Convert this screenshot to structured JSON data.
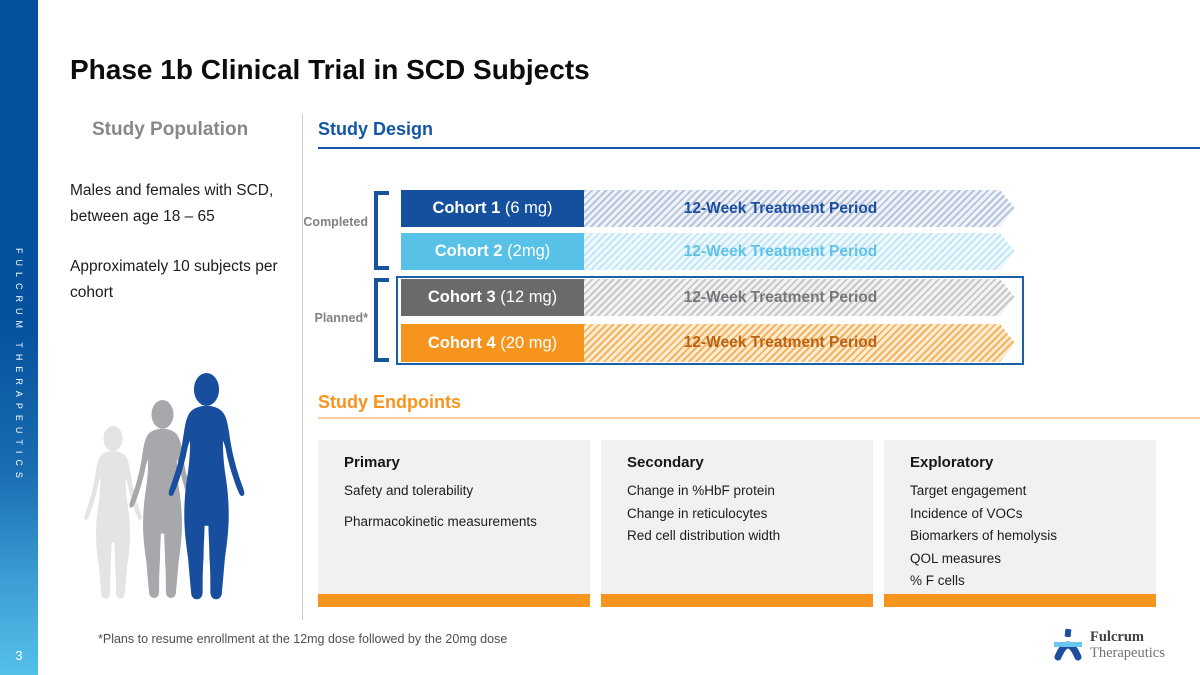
{
  "slide": {
    "title": "Phase 1b Clinical Trial in SCD Subjects",
    "page_number": "3",
    "footnote": "*Plans to resume enrollment at the 12mg dose followed by the 20mg dose"
  },
  "sidebar": {
    "vertical_text": "FULCRUM THERAPEUTICS"
  },
  "study_population": {
    "heading": "Study Population",
    "paragraph_1": "Males and females with SCD, between age 18 – 65",
    "paragraph_2": "Approximately 10 subjects per cohort",
    "figure_colors": [
      "#e3e4e6",
      "#a7a8ab",
      "#174f9e"
    ]
  },
  "study_design": {
    "heading": "Study Design",
    "groups": [
      {
        "label": "Completed"
      },
      {
        "label": "Planned*"
      }
    ],
    "cohorts": [
      {
        "name": "Cohort 1",
        "dose": "(6 mg)",
        "period": "12-Week Treatment Period",
        "color": "#14509e",
        "status": "completed"
      },
      {
        "name": "Cohort 2",
        "dose": "(2mg)",
        "period": "12-Week Treatment Period",
        "color": "#57c1e8",
        "status": "completed"
      },
      {
        "name": "Cohort 3",
        "dose": "(12 mg)",
        "period": "12-Week Treatment Period",
        "color": "#6a6a6d",
        "status": "planned"
      },
      {
        "name": "Cohort 4",
        "dose": "(20 mg)",
        "period": "12-Week Treatment Period",
        "color": "#f7941e",
        "status": "planned"
      }
    ]
  },
  "study_endpoints": {
    "heading": "Study Endpoints",
    "cards": [
      {
        "title": "Primary",
        "items": [
          "Safety and tolerability",
          "Pharmacokinetic measurements"
        ]
      },
      {
        "title": "Secondary",
        "items": [
          "Change in %HbF protein",
          "Change in reticulocytes",
          "Red cell distribution width"
        ]
      },
      {
        "title": "Exploratory",
        "items": [
          "Target engagement",
          "Incidence of VOCs",
          "Biomarkers of hemolysis",
          "QOL measures",
          "% F cells"
        ]
      }
    ]
  },
  "logo": {
    "line1": "Fulcrum",
    "line2": "Therapeutics"
  },
  "colors": {
    "brand_blue": "#14509e",
    "light_blue": "#57c1e8",
    "gray": "#6a6a6d",
    "orange_accent": "#f7941e",
    "heading_blue": "#1157a5",
    "sidebar_gradient_top": "#04509c",
    "sidebar_gradient_bottom": "#55c0ea"
  }
}
